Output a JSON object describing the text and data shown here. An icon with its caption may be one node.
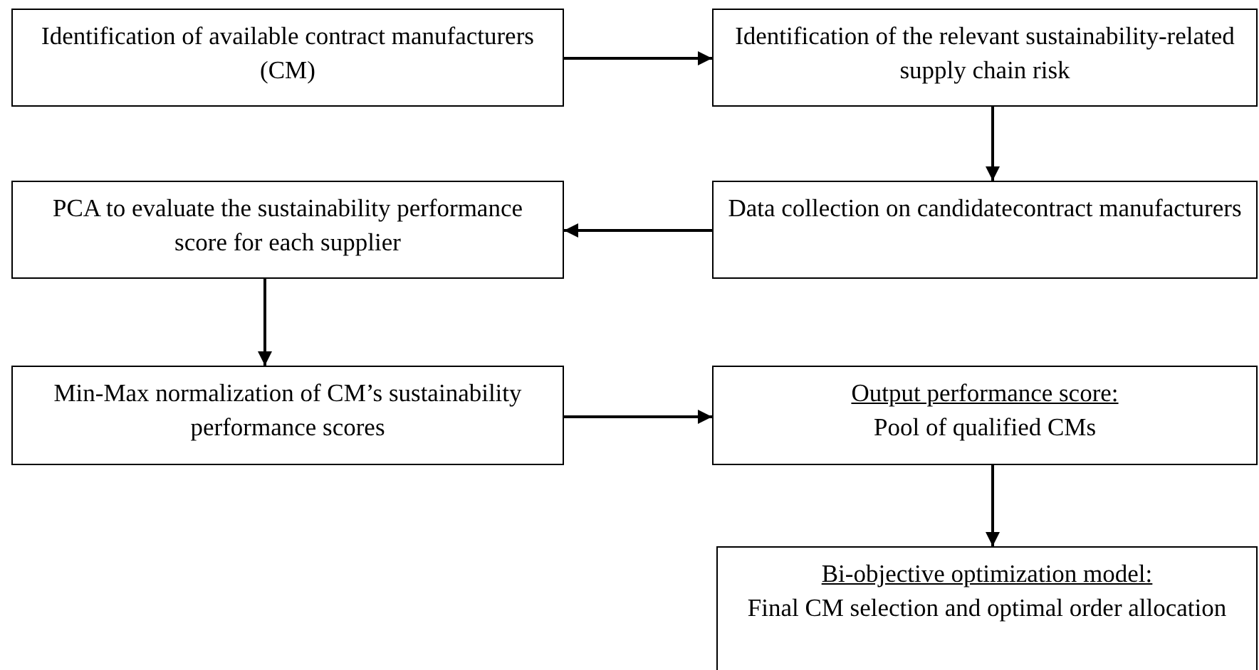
{
  "diagram": {
    "nodes": [
      {
        "text": [
          "Identification of available contract manufacturers (CM)"
        ]
      },
      {
        "text": [
          "Identification of the relevant sustainability-related supply chain risk"
        ]
      },
      {
        "text": [
          "PCA to evaluate the sustainability performance score for each supplier"
        ]
      },
      {
        "text": [
          "Data collection on candidatecontract manufacturers"
        ]
      },
      {
        "text": [
          "Min-Max normalization of CM’s sustainability performance scores"
        ]
      },
      {
        "text": [
          "Output performance score:",
          "Pool of qualified CMs"
        ]
      },
      {
        "text": [
          "Bi-objective optimization model:",
          "Final CM selection and optimal order allocation"
        ]
      }
    ],
    "edges": [
      {
        "from": 0,
        "to": 1,
        "arrow": "to"
      },
      {
        "from": 1,
        "to": 3,
        "arrow": "to"
      },
      {
        "from": 3,
        "to": 2,
        "arrow": "to"
      },
      {
        "from": 2,
        "to": 4,
        "arrow": "to"
      },
      {
        "from": 4,
        "to": 5,
        "arrow": "to"
      },
      {
        "from": 5,
        "to": 6,
        "arrow": "to"
      }
    ]
  }
}
